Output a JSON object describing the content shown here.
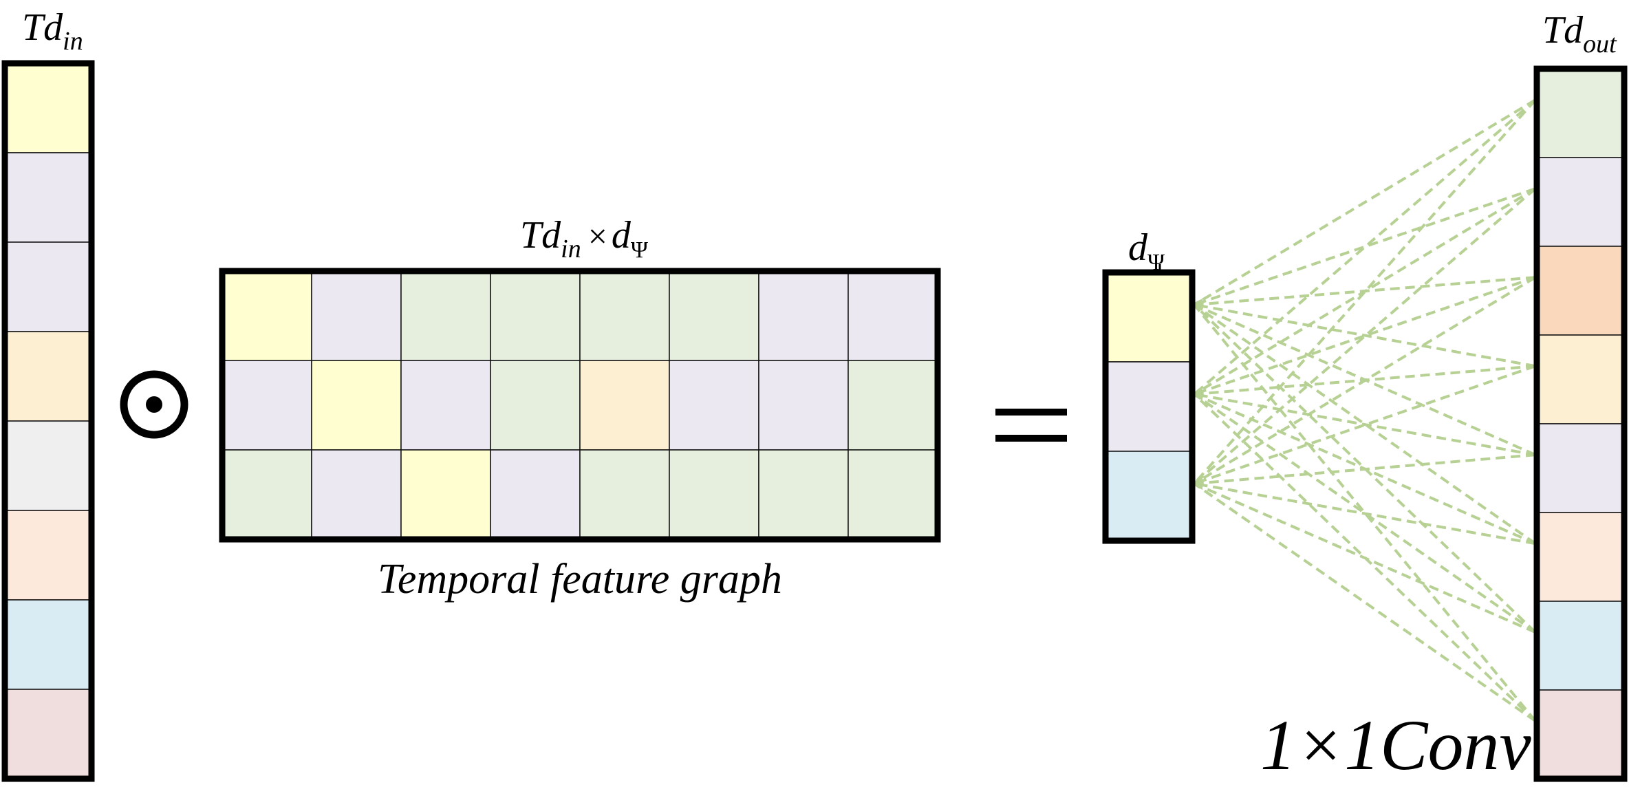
{
  "labels": {
    "td_in": "Td",
    "td_in_sub": "in",
    "matrix_title_a": "Td",
    "matrix_title_sub": "in",
    "matrix_title_times": "×",
    "matrix_title_b": "d",
    "matrix_title_psi": "Ψ",
    "matrix_caption": "Temporal feature graph",
    "d_psi": "d",
    "d_psi_sub": "Ψ",
    "td_out": "Td",
    "td_out_sub": "out",
    "conv_label": "1×1Conv",
    "hadamard_operator": "⊙",
    "equals_operator": "="
  },
  "colors": {
    "yellow": "#fefed0",
    "lavender": "#ebe8f1",
    "green": "#e6efdd",
    "peach": "#fdf0d2",
    "gray": "#efefef",
    "light_orange": "#fde9dc",
    "light_blue": "#d9ecf3",
    "pink": "#f0dddd",
    "orange": "#fad8bc",
    "lines": "#b6d193"
  },
  "td_in_cells": [
    "yellow",
    "lavender",
    "lavender",
    "peach",
    "gray",
    "light_orange",
    "light_blue",
    "pink"
  ],
  "matrix_rows": [
    [
      "yellow",
      "lavender",
      "green",
      "green",
      "green",
      "green",
      "lavender",
      "lavender"
    ],
    [
      "lavender",
      "yellow",
      "lavender",
      "green",
      "peach",
      "lavender",
      "lavender",
      "green"
    ],
    [
      "green",
      "lavender",
      "yellow",
      "lavender",
      "green",
      "green",
      "green",
      "green"
    ]
  ],
  "d_psi_cells": [
    "yellow",
    "lavender",
    "light_blue"
  ],
  "td_out_cells": [
    "green",
    "lavender",
    "orange",
    "peach",
    "lavender",
    "light_orange",
    "light_blue",
    "pink"
  ]
}
